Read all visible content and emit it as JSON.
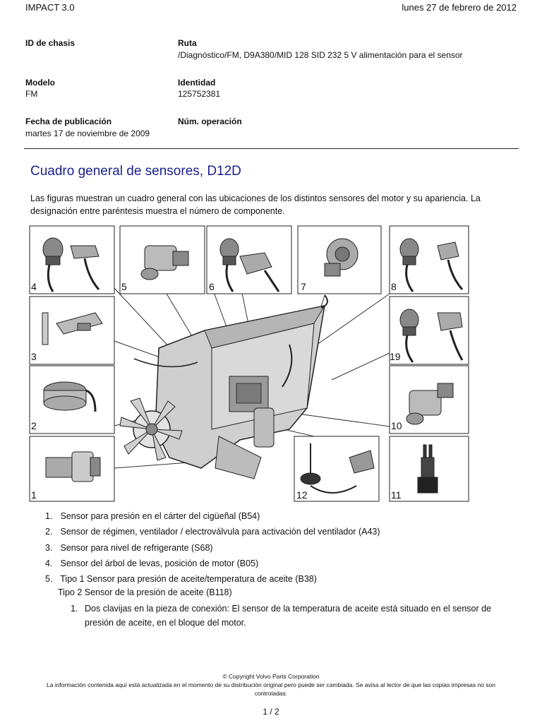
{
  "header": {
    "app": "IMPACT 3.0",
    "date": "lunes 27 de febrero de 2012"
  },
  "meta": {
    "chassis_label": "ID de chasis",
    "chassis_value": "",
    "route_label": "Ruta",
    "route_value": "/Diagnóstico/FM, D9A380/MID 128 SID 232 5 V alimentación para el sensor",
    "model_label": "Modelo",
    "model_value": "FM",
    "identity_label": "Identidad",
    "identity_value": "125752381",
    "pubdate_label": "Fecha de publicación",
    "pubdate_value": "martes 17 de noviembre de 2009",
    "op_label": "Núm. operación",
    "op_value": ""
  },
  "section": {
    "title": "Cuadro general de sensores, D12D",
    "intro_line1": "Las figuras muestran un cuadro general con las ubicaciones de los distintos sensores del motor y su apariencia. La",
    "intro_line2": "designación entre paréntesis muestra el número de componente."
  },
  "figure": {
    "callouts": [
      "4",
      "5",
      "6",
      "7",
      "8",
      "3",
      "19",
      "2",
      "10",
      "1",
      "12",
      "11"
    ]
  },
  "list": {
    "items": [
      {
        "num": "1.",
        "text": "Sensor para presión en el cárter del cigüeñal (B54)"
      },
      {
        "num": "2.",
        "text": "Sensor de régimen, ventilador / electroválvula para activación del ventilador (A43)"
      },
      {
        "num": "3.",
        "text": "Sensor para nivel de refrigerante (S68)"
      },
      {
        "num": "4.",
        "text": "Sensor del árbol de levas, posición de motor (B05)"
      },
      {
        "num": "5.",
        "text": "Tipo 1 Sensor para presión de aceite/temperatura de aceite (B38)"
      }
    ],
    "item5_line2": "Tipo 2 Sensor de la presión de aceite (B118)",
    "sub_num": "1.",
    "sub_line1": "Dos clavijas en la pieza de conexión: El sensor de la temperatura de aceite está situado en el sensor de",
    "sub_line2": "presión de aceite, en el bloque del motor."
  },
  "footer": {
    "copyright": "© Copyright Volvo Parts Corporation",
    "notice_line1": "La información contenida aquí está actualizada en el momento de su distribución original pero puede ser cambiada. Se avisa al lector de que las copias impresas no son",
    "notice_line2": "controladas.",
    "page": "1 / 2"
  }
}
